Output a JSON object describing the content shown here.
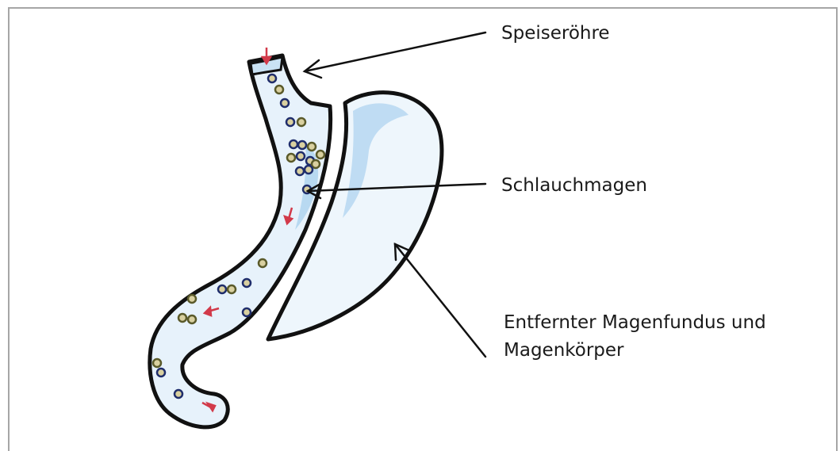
{
  "labels": {
    "esophagus": "Speiseröhre",
    "sleeve": "Schlauchmagen",
    "removed_line1": "Entfernter Magenfundus und",
    "removed_line2": "Magenkörper"
  },
  "colors": {
    "outline": "#111111",
    "fill": "#e7f2fb",
    "highlight": "#b3d6f0",
    "particle_dark": "#1f2d6b",
    "particle_olive": "#5a5a2a",
    "arrow_red": "#d23a4a",
    "frame": "#a6a6a6"
  }
}
